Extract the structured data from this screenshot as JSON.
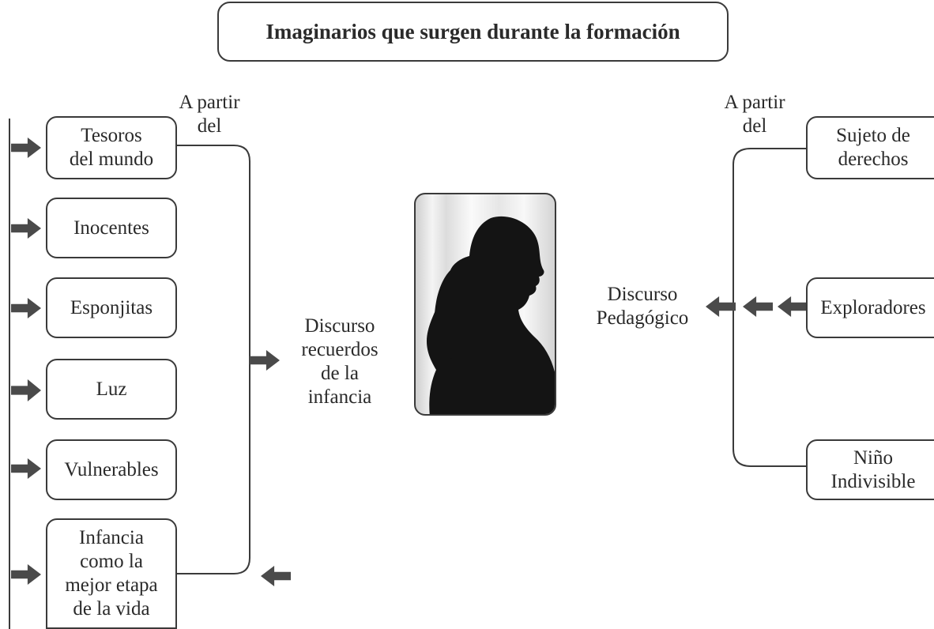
{
  "title": "Imaginarios que surgen durante la formación",
  "left": {
    "connector_label": "A partir\ndel",
    "items": [
      "Tesoros\ndel mundo",
      "Inocentes",
      "Esponjitas",
      "Luz",
      "Vulnerables",
      "Infancia\ncomo la\nmejor etapa\nde la vida"
    ],
    "discourse_label": "Discurso\nrecuerdos\nde la\ninfancia"
  },
  "right": {
    "connector_label": "A partir\ndel",
    "discourse_label": "Discurso\nPedagógico",
    "items": [
      "Sujeto de\nderechos",
      "Exploradores",
      "Niño\nIndivisible"
    ]
  },
  "colors": {
    "border": "#3a3a3a",
    "arrow": "#4a4a4a",
    "silhouette": "#141414"
  },
  "image": {
    "description_icon": "silhouette-photo"
  }
}
